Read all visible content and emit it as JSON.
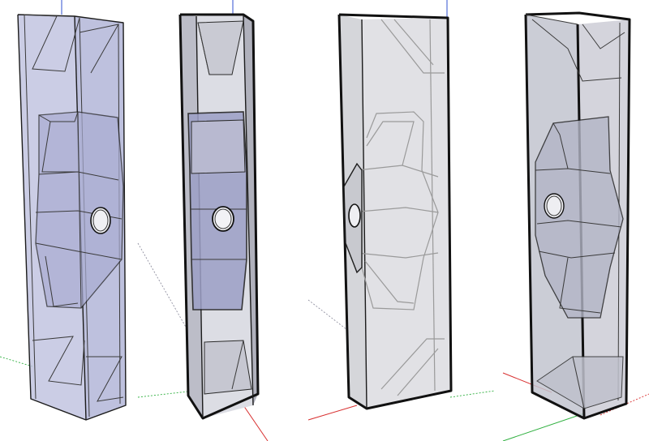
{
  "viewport": {
    "background": "#ffffff",
    "axis_colors": {
      "red": "#d83030",
      "green": "#30b040",
      "blue": "#3050d0"
    }
  },
  "models": [
    {
      "id": "model-1",
      "face_color": "#b9bcdc",
      "style": "tinted-translucent"
    },
    {
      "id": "model-2",
      "face_color": "#c4c5cf",
      "style": "gray-sliced"
    },
    {
      "id": "model-3",
      "face_color": "#d6d6da",
      "style": "light-xray"
    },
    {
      "id": "model-4",
      "face_color": "#c8cad3",
      "style": "gray-translucent"
    }
  ]
}
